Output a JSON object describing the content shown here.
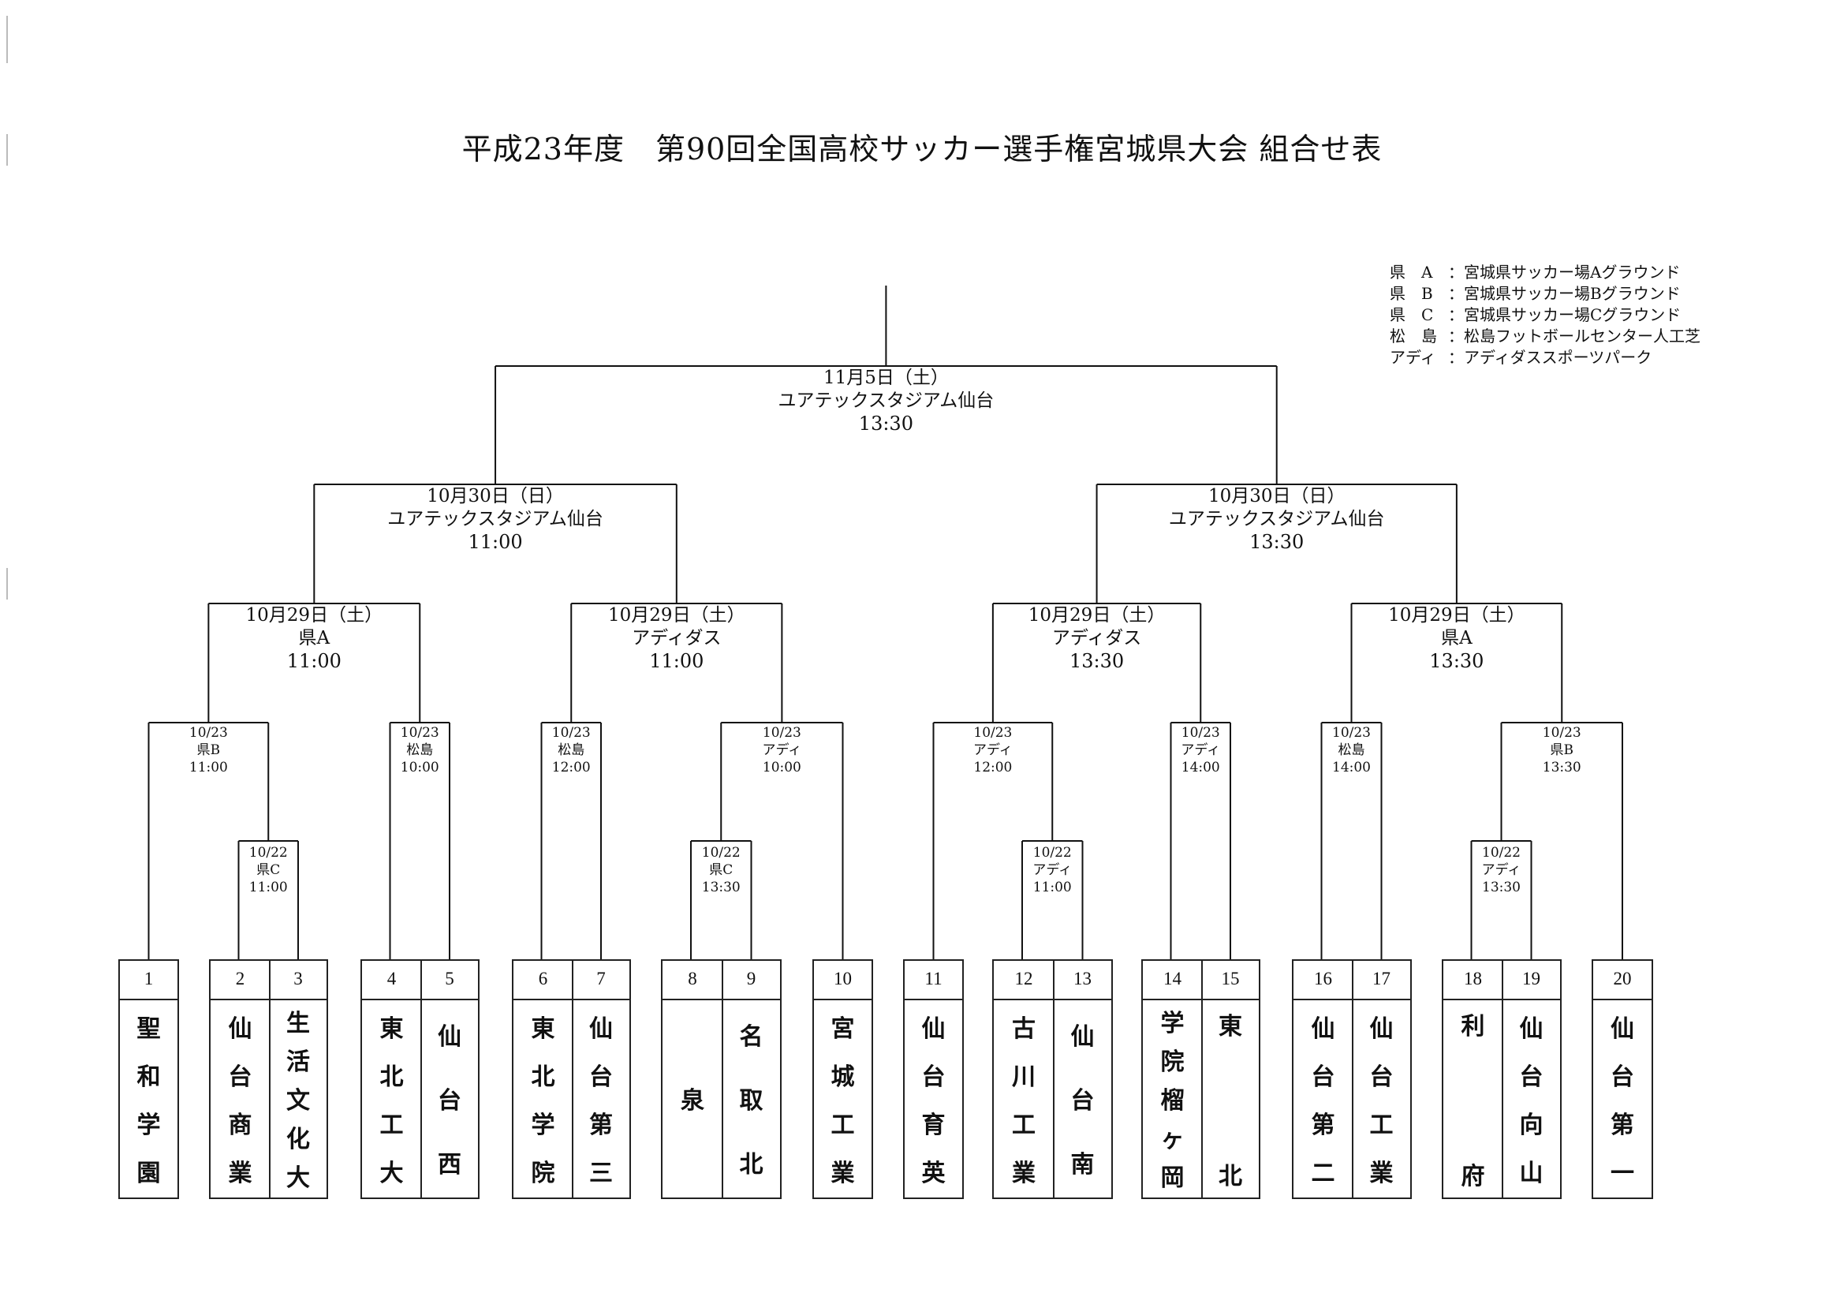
{
  "title": "平成23年度　第90回全国高校サッカー選手権宮城県大会 組合せ表",
  "legend": [
    {
      "key": "県　A",
      "desc": "：宮城県サッカー場Aグラウンド"
    },
    {
      "key": "県　B",
      "desc": "：宮城県サッカー場Bグラウンド"
    },
    {
      "key": "県　C",
      "desc": "：宮城県サッカー場Cグラウンド"
    },
    {
      "key": "松　島",
      "desc": "：松島フットボールセンター人工芝"
    },
    {
      "key": "アディ",
      "desc": "：アディダススポーツパーク"
    }
  ],
  "teams": [
    {
      "num": "1",
      "name": "聖和学園"
    },
    {
      "num": "2",
      "name": "仙台商業"
    },
    {
      "num": "3",
      "name": "生活文化大"
    },
    {
      "num": "4",
      "name": "東北工大"
    },
    {
      "num": "5",
      "name": "仙台西"
    },
    {
      "num": "6",
      "name": "東北学院"
    },
    {
      "num": "7",
      "name": "仙台第三"
    },
    {
      "num": "8",
      "name": "泉"
    },
    {
      "num": "9",
      "name": "名取北"
    },
    {
      "num": "10",
      "name": "宮城工業"
    },
    {
      "num": "11",
      "name": "仙台育英"
    },
    {
      "num": "12",
      "name": "古川工業"
    },
    {
      "num": "13",
      "name": "仙台南"
    },
    {
      "num": "14",
      "name": "学院榴ヶ岡"
    },
    {
      "num": "15",
      "name": "東北"
    },
    {
      "num": "16",
      "name": "仙台第二"
    },
    {
      "num": "17",
      "name": "仙台工業"
    },
    {
      "num": "18",
      "name": "利府"
    },
    {
      "num": "19",
      "name": "仙台向山"
    },
    {
      "num": "20",
      "name": "仙台第一"
    }
  ],
  "matches": {
    "r1": [
      {
        "date": "10/22",
        "venue": "県C",
        "time": "11:00"
      },
      {
        "date": "10/22",
        "venue": "県C",
        "time": "13:30"
      },
      {
        "date": "10/22",
        "venue": "アディ",
        "time": "11:00"
      },
      {
        "date": "10/22",
        "venue": "アディ",
        "time": "13:30"
      }
    ],
    "r2": [
      {
        "date": "10/23",
        "venue": "県B",
        "time": "11:00"
      },
      {
        "date": "10/23",
        "venue": "松島",
        "time": "10:00"
      },
      {
        "date": "10/23",
        "venue": "松島",
        "time": "12:00"
      },
      {
        "date": "10/23",
        "venue": "アディ",
        "time": "10:00"
      },
      {
        "date": "10/23",
        "venue": "アディ",
        "time": "12:00"
      },
      {
        "date": "10/23",
        "venue": "アディ",
        "time": "14:00"
      },
      {
        "date": "10/23",
        "venue": "松島",
        "time": "14:00"
      },
      {
        "date": "10/23",
        "venue": "県B",
        "time": "13:30"
      }
    ],
    "qf": [
      {
        "date": "10月29日（土）",
        "venue": "県A",
        "time": "11:00"
      },
      {
        "date": "10月29日（土）",
        "venue": "アディダス",
        "time": "11:00"
      },
      {
        "date": "10月29日（土）",
        "venue": "アディダス",
        "time": "13:30"
      },
      {
        "date": "10月29日（土）",
        "venue": "県A",
        "time": "13:30"
      }
    ],
    "sf": [
      {
        "date": "10月30日（日）",
        "venue": "ユアテックスタジアム仙台",
        "time": "11:00"
      },
      {
        "date": "10月30日（日）",
        "venue": "ユアテックスタジアム仙台",
        "time": "13:30"
      }
    ],
    "final": {
      "date": "11月5日（土）",
      "venue": "ユアテックスタジアム仙台",
      "time": "13:30"
    }
  }
}
